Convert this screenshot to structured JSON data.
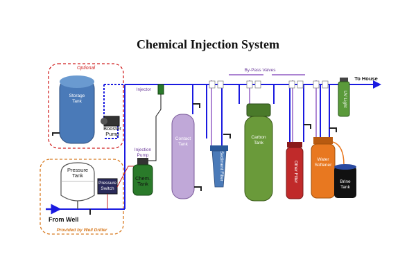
{
  "title": "Chemical Injection System",
  "labels": {
    "optional": "Optional",
    "provided_by": "Provided by Well Driller",
    "from_well": "From Well",
    "to_house": "To House",
    "bypass_valves": "By-Pass Valves",
    "injector": "Injector",
    "injection_pump": [
      "Injection",
      "Pump"
    ],
    "storage_tank": [
      "Storage",
      "Tank"
    ],
    "booster_pump": [
      "Booster",
      "Pump"
    ],
    "pressure_tank": [
      "Pressure",
      "Tank"
    ],
    "pressure_switch": [
      "Pressure",
      "Switch"
    ],
    "chem_tank": [
      "Chem.",
      "Tank"
    ],
    "contact_tank": [
      "Contact",
      "Tank"
    ],
    "sediment_filter": "Sediment Filter",
    "carbon_tank": [
      "Carbon",
      "Tank"
    ],
    "other_filter": "Other Filter",
    "water_softener": [
      "Water",
      "Softener"
    ],
    "brine_tank": [
      "Brine",
      "Tank"
    ],
    "uv_light": "UV Light"
  },
  "colors": {
    "pipe": "#1a1ae0",
    "purple": "#7a3ab8",
    "storage": "#4a7ab8",
    "contact": "#c0a8d8",
    "sediment": "#4a7ab8",
    "carbon": "#6a9a3a",
    "other": "#c02a2a",
    "softener": "#e87820",
    "brine": "#111111",
    "chem": "#2a7a2a",
    "uv": "#5a9a3a",
    "optional_border": "#d02020",
    "driller_border": "#d87a20"
  }
}
